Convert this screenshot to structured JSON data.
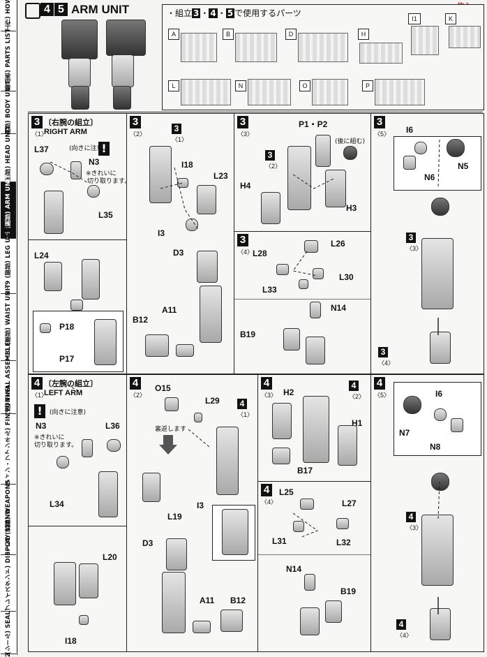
{
  "header": {
    "num1": "4",
    "num2": "5",
    "title": "ARM UNIT",
    "watermark": "信心"
  },
  "parts_header": {
    "dot": "・組立",
    "n1": "3",
    "sep1": "・",
    "n2": "4",
    "sep2": "・",
    "n3": "5",
    "tail": "で使用するパーツ"
  },
  "parts": [
    "A",
    "B",
    "D",
    "H",
    "I1",
    "K",
    "L",
    "N",
    "O",
    "P"
  ],
  "sidebar": [
    {
      "text": "(基本工作)  HOW TO"
    },
    {
      "text": "(部品表)  PARTS LIST"
    },
    {
      "text": "1  (胸部)  BODY UNIT"
    },
    {
      "text": "2  (頭部)  HEAD UNIT"
    },
    {
      "text": "3～6  (腕部)  ARM UNIT"
    },
    {
      "text": "7・8・9  (脚部)  LEG UNIT"
    },
    {
      "text": "10～11  (腰部)  WAIST UNIT"
    },
    {
      "text": "12  (完成)  FINAL ASSEMBLE"
    },
    {
      "text": "13～17  (フィン・ファンネル)  FIN FUNNEL"
    },
    {
      "text": "18～21  (武器)  WEAPONS"
    },
    {
      "text": "22～24  (ディスプレイスタンド)  DISPLAY STAND"
    },
    {
      "text": "(シール)  SEAL"
    }
  ],
  "steps": {
    "s3_1": {
      "num": "3",
      "sub": "〈1〉",
      "jp": "〔右腕の組立〕",
      "en": "RIGHT ARM",
      "note1": "(向きに注意)",
      "note2": "※きれいに",
      "note3": "切り取ります。",
      "labels": [
        "L37",
        "N3",
        "L35",
        "L24",
        "P18",
        "P17"
      ]
    },
    "s3_2": {
      "num": "3",
      "sub": "〈2〉",
      "ref": "3",
      "refsub": "〈1〉",
      "labels": [
        "I18",
        "L23",
        "I3",
        "D3",
        "A11",
        "B12"
      ]
    },
    "s3_3": {
      "num": "3",
      "sub": "〈3〉",
      "ref": "3",
      "refsub": "〈2〉",
      "note": "(後に組む)",
      "labels": [
        "P1・P2",
        "H4",
        "H3"
      ]
    },
    "s3_4": {
      "num": "3",
      "sub": "〈4〉",
      "labels": [
        "L26",
        "L28",
        "L30",
        "L33",
        "N14",
        "B19"
      ]
    },
    "s3_5": {
      "num": "3",
      "sub": "〈5〉",
      "ref1": "3",
      "ref1sub": "〈3〉",
      "ref2": "3",
      "ref2sub": "〈4〉",
      "labels": [
        "I6",
        "N5",
        "N6"
      ]
    },
    "s4_1": {
      "num": "4",
      "sub": "〈1〉",
      "jp": "〔左腕の組立〕",
      "en": "LEFT ARM",
      "note1": "(向きに注意)",
      "note2": "※きれいに",
      "note3": "切り取ります。",
      "labels": [
        "N3",
        "L36",
        "L34",
        "L20",
        "I18"
      ]
    },
    "s4_2": {
      "num": "4",
      "sub": "〈2〉",
      "ref": "4",
      "refsub": "〈1〉",
      "note": "裏返します",
      "labels": [
        "O15",
        "L29",
        "L19",
        "I3",
        "D3",
        "A11",
        "B12"
      ]
    },
    "s4_3": {
      "num": "4",
      "sub": "〈3〉",
      "ref": "4",
      "refsub": "〈2〉",
      "labels": [
        "H2",
        "H1",
        "B17"
      ]
    },
    "s4_4": {
      "num": "4",
      "sub": "〈4〉",
      "labels": [
        "L25",
        "L27",
        "L31",
        "L32",
        "N14",
        "B19"
      ]
    },
    "s4_5": {
      "num": "4",
      "sub": "〈5〉",
      "ref1": "4",
      "ref1sub": "〈3〉",
      "ref2": "4",
      "ref2sub": "〈4〉",
      "labels": [
        "I6",
        "N7",
        "N8"
      ]
    }
  }
}
